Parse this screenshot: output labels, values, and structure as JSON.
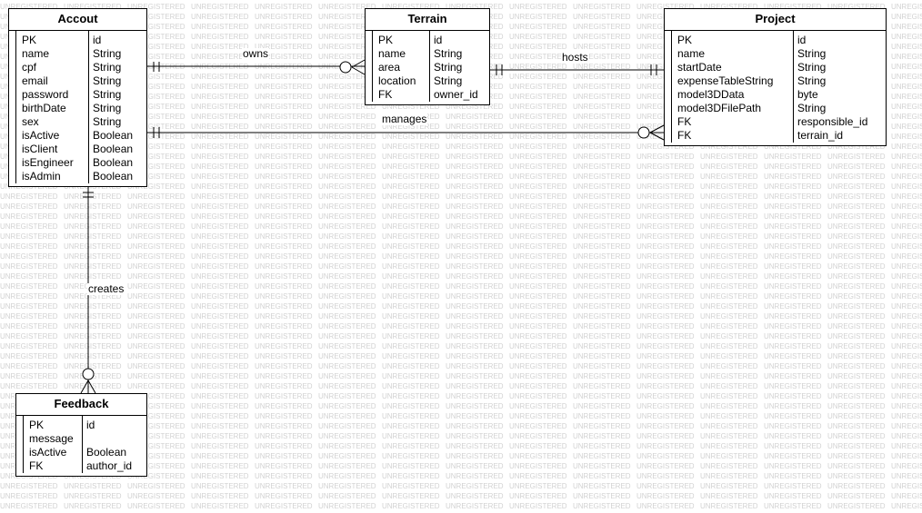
{
  "watermark": "UNREGISTERED",
  "entities": {
    "account": {
      "title": "Accout",
      "rows": [
        {
          "name": "PK",
          "type": "id"
        },
        {
          "name": "name",
          "type": "String"
        },
        {
          "name": "cpf",
          "type": "String"
        },
        {
          "name": "email",
          "type": "String"
        },
        {
          "name": "password",
          "type": "String"
        },
        {
          "name": "birthDate",
          "type": "String"
        },
        {
          "name": "sex",
          "type": "String"
        },
        {
          "name": "isActive",
          "type": "Boolean"
        },
        {
          "name": "isClient",
          "type": "Boolean"
        },
        {
          "name": "isEngineer",
          "type": "Boolean"
        },
        {
          "name": "isAdmin",
          "type": "Boolean"
        }
      ]
    },
    "terrain": {
      "title": "Terrain",
      "rows": [
        {
          "name": "PK",
          "type": "id"
        },
        {
          "name": "name",
          "type": "String"
        },
        {
          "name": "area",
          "type": "String"
        },
        {
          "name": "location",
          "type": "String"
        },
        {
          "name": "FK",
          "type": "owner_id"
        }
      ]
    },
    "project": {
      "title": "Project",
      "rows": [
        {
          "name": "PK",
          "type": "id"
        },
        {
          "name": "name",
          "type": "String"
        },
        {
          "name": "startDate",
          "type": "String"
        },
        {
          "name": "expenseTableString",
          "type": "String"
        },
        {
          "name": "model3DData",
          "type": "byte"
        },
        {
          "name": "model3DFilePath",
          "type": "String"
        },
        {
          "name": "FK",
          "type": "responsible_id"
        },
        {
          "name": "FK",
          "type": "terrain_id"
        }
      ]
    },
    "feedback": {
      "title": "Feedback",
      "rows": [
        {
          "name": "PK",
          "type": "id"
        },
        {
          "name": "message",
          "type": ""
        },
        {
          "name": "isActive",
          "type": "Boolean"
        },
        {
          "name": "FK",
          "type": "author_id"
        }
      ]
    }
  },
  "relationships": {
    "owns": {
      "label": "owns",
      "from": "Accout",
      "to": "Terrain",
      "from_cardinality": "one-and-only-one",
      "to_cardinality": "zero-or-many"
    },
    "hosts": {
      "label": "hosts",
      "from": "Terrain",
      "to": "Project",
      "from_cardinality": "one-and-only-one",
      "to_cardinality": "one-and-only-one"
    },
    "manages": {
      "label": "manages",
      "from": "Accout",
      "to": "Project",
      "from_cardinality": "one-and-only-one",
      "to_cardinality": "zero-or-many"
    },
    "creates": {
      "label": "creates",
      "from": "Accout",
      "to": "Feedback",
      "from_cardinality": "one-and-only-one",
      "to_cardinality": "zero-or-many"
    }
  }
}
